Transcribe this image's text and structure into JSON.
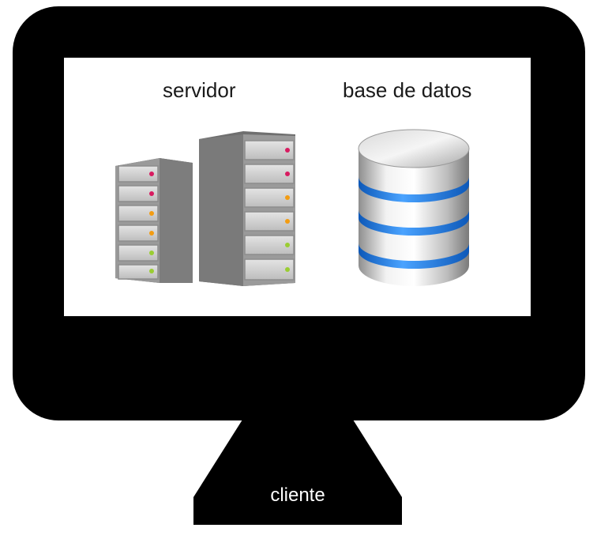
{
  "labels": {
    "server": "servidor",
    "database": "base de datos",
    "client": "cliente"
  },
  "icons": {
    "server": "server-rack-icon",
    "database": "database-cylinder-icon",
    "monitor": "monitor-icon"
  },
  "colors": {
    "frame": "#000000",
    "screen": "#ffffff",
    "server_body": "#8a8a8a",
    "server_panel": "#cfcfcf",
    "led_red": "#d81b60",
    "led_orange": "#f39c12",
    "led_green": "#9acd32",
    "db_band": "#1e7be0"
  }
}
